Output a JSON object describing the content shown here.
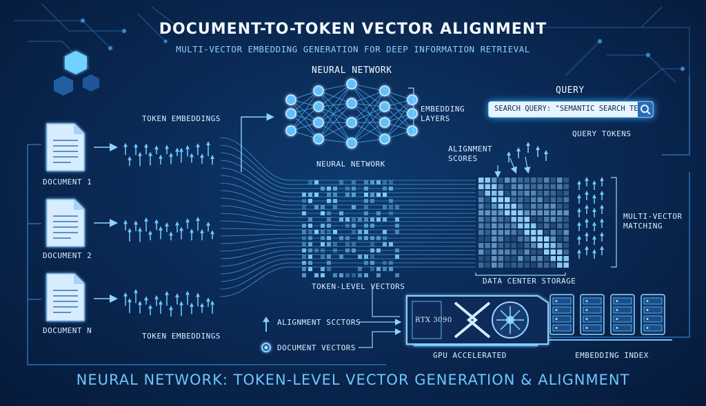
{
  "header": {
    "title": "DOCUMENT-TO-TOKEN VECTOR ALIGNMENT",
    "subtitle": "MULTI-VECTOR EMBEDDING GENERATION FOR DEEP INFORMATION RETRIEVAL"
  },
  "documents": [
    {
      "label": "DOCUMENT 1"
    },
    {
      "label": "DOCUMENT 2"
    },
    {
      "label": "DOCUMENT N"
    }
  ],
  "token_embeddings": {
    "top_label": "TOKEN EMBEDDINGS",
    "bottom_label": "TOKEN EMBEDDINGS"
  },
  "neural_network": {
    "top_label": "NEURAL NETWORK",
    "bottom_label": "NEURAL NETWORK",
    "embedding_layers_label": "EMBEDDING LAYERS"
  },
  "token_level_vectors_label": "TOKEN-LEVEL VECTORS",
  "query": {
    "label": "QUERY",
    "search_text": "SEARCH QUERY: \"SEMANTIC SEARCH TECH\"",
    "tokens_label": "QUERY TOKENS"
  },
  "alignment_scores_label": "ALIGNMENT SCORES",
  "data_center_label": "DATA CENTER STORAGE",
  "multi_vector_label": "MULTI-VECTOR MATCHING",
  "legend": {
    "alignment_vectors": "ALIGNMENT SCCTORS",
    "document_vectors": "DOCUMENT VECTORS"
  },
  "gpu": {
    "model": "RTX 3090",
    "label": "GPU ACCELERATED"
  },
  "embedding_index_label": "EMBEDDING INDEX",
  "footer": {
    "title": "NEURAL NETWORK: TOKEN-LEVEL VECTOR GENERATION & ALIGNMENT"
  },
  "colors": {
    "background": "#0a2a55",
    "accent": "#4fb8ff",
    "glow": "#7fd4ff",
    "title": "#f2f8ff"
  }
}
